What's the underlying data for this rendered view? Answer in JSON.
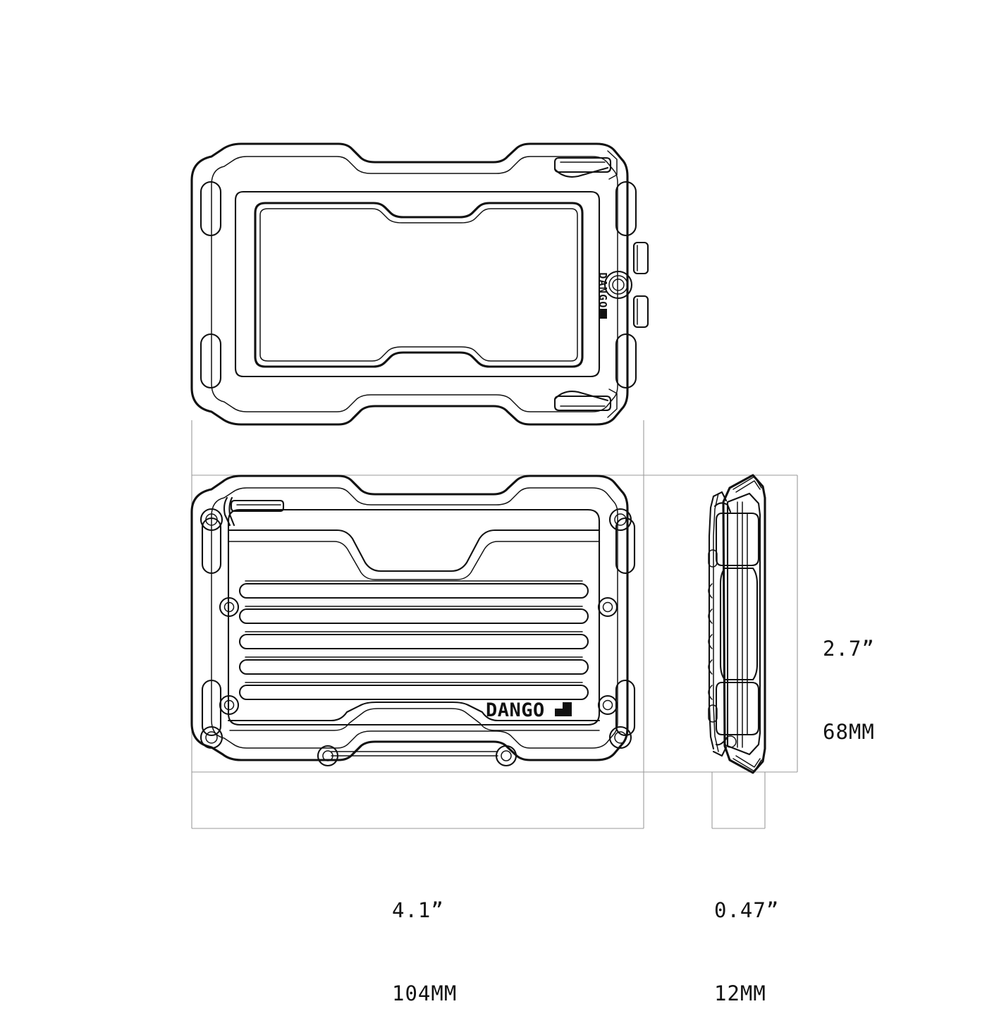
{
  "drawing": {
    "title": "DANGO wallet technical dimension drawing",
    "line_color": "#111111",
    "guide_color": "#9a9a9a",
    "background": "#ffffff",
    "brand": "DANGO",
    "brand_mark": "black-square-mark"
  },
  "views": [
    {
      "id": "top-view",
      "name": "Top / front face view",
      "brand_text": "DANGO",
      "brand_orientation": "rotated-90-vertical",
      "features": [
        "outer-shell-with-notched-edges",
        "four-corner-pill-bumpers",
        "two-side-buttons",
        "center-rivet-screw",
        "inner-frame",
        "large-inner-rounded-window",
        "top-latch-clip",
        "bottom-latch-clip"
      ]
    },
    {
      "id": "bottom-view",
      "name": "Bottom / back face view",
      "brand_text": "DANGO",
      "brand_orientation": "horizontal",
      "rib_count": 5,
      "screw_count": 8,
      "features": [
        "five-horizontal-ribs",
        "eight-hex-screws",
        "top-trapezoid-notch",
        "bottom-trapezoid-notch",
        "four-corner-pill-bumpers",
        "dango-logo-plate"
      ]
    },
    {
      "id": "side-view",
      "name": "Side edge profile view",
      "features": [
        "thin-slab-profile",
        "scalloped-left-edge",
        "top-bevel",
        "bottom-bevel",
        "clip-tab"
      ]
    }
  ],
  "dimensions": {
    "width": {
      "name": "overall-width",
      "imperial": "4.1”",
      "metric": "104MM",
      "applies_to": "bottom-view"
    },
    "depth": {
      "name": "overall-thickness",
      "imperial": "0.47”",
      "metric": "12MM",
      "applies_to": "side-view"
    },
    "height": {
      "name": "overall-height",
      "imperial": "2.7”",
      "metric": "68MM",
      "applies_to": "side-view"
    }
  }
}
